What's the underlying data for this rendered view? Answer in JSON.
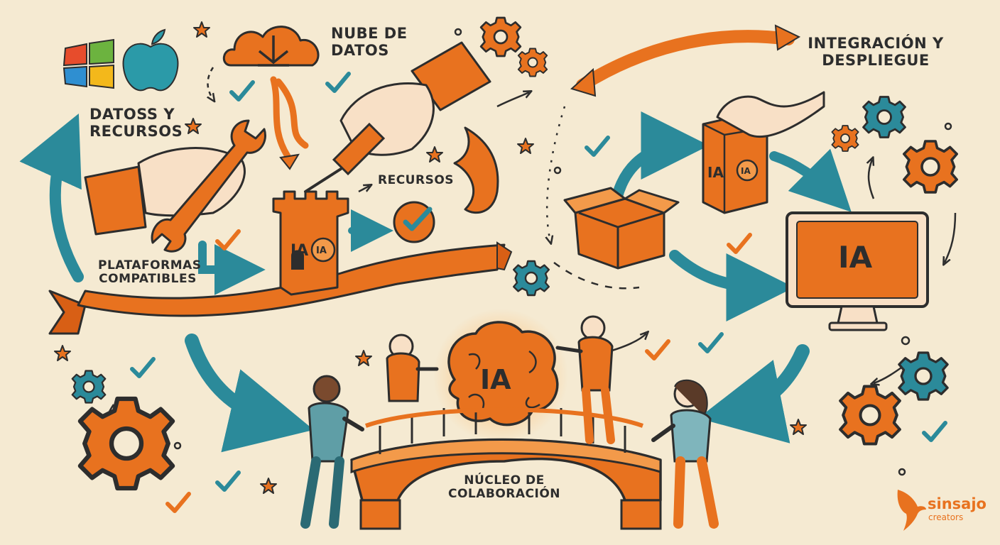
{
  "labels": {
    "datos_recursos": [
      "DATOSS Y",
      "RECURSOS"
    ],
    "nube_datos": [
      "NUBE DE",
      "DATOS"
    ],
    "recursos": "RECURSOS",
    "plataformas": [
      "PLATAFORMAS",
      "COMPATIBLES"
    ],
    "integracion": [
      "INTEGRACIÓN Y",
      "DESPLIEGUE"
    ],
    "nucleo": [
      "NÚCLEO DE",
      "COLABORACIÓN"
    ]
  },
  "ia_marks": {
    "tower": "IA",
    "tower_gear": "IA",
    "box": "IA",
    "box_gear": "IA",
    "monitor": "IA",
    "brain": "IA"
  },
  "brand": {
    "name": "sinsajo",
    "subtitle": "creators"
  },
  "colors": {
    "background": "#f5ead2",
    "orange": "#e8721f",
    "teal": "#2b8a9a",
    "outline": "#2d2d2d",
    "skin_light": "#f8e0c6",
    "skin_dark": "#7a4a2e"
  },
  "icons": [
    "windows-logo-icon",
    "apple-logo-icon",
    "cloud-download-icon",
    "gear-icon",
    "checkmark-icon",
    "star-icon",
    "wrench-icon",
    "screwdriver-icon",
    "flame-icon"
  ]
}
